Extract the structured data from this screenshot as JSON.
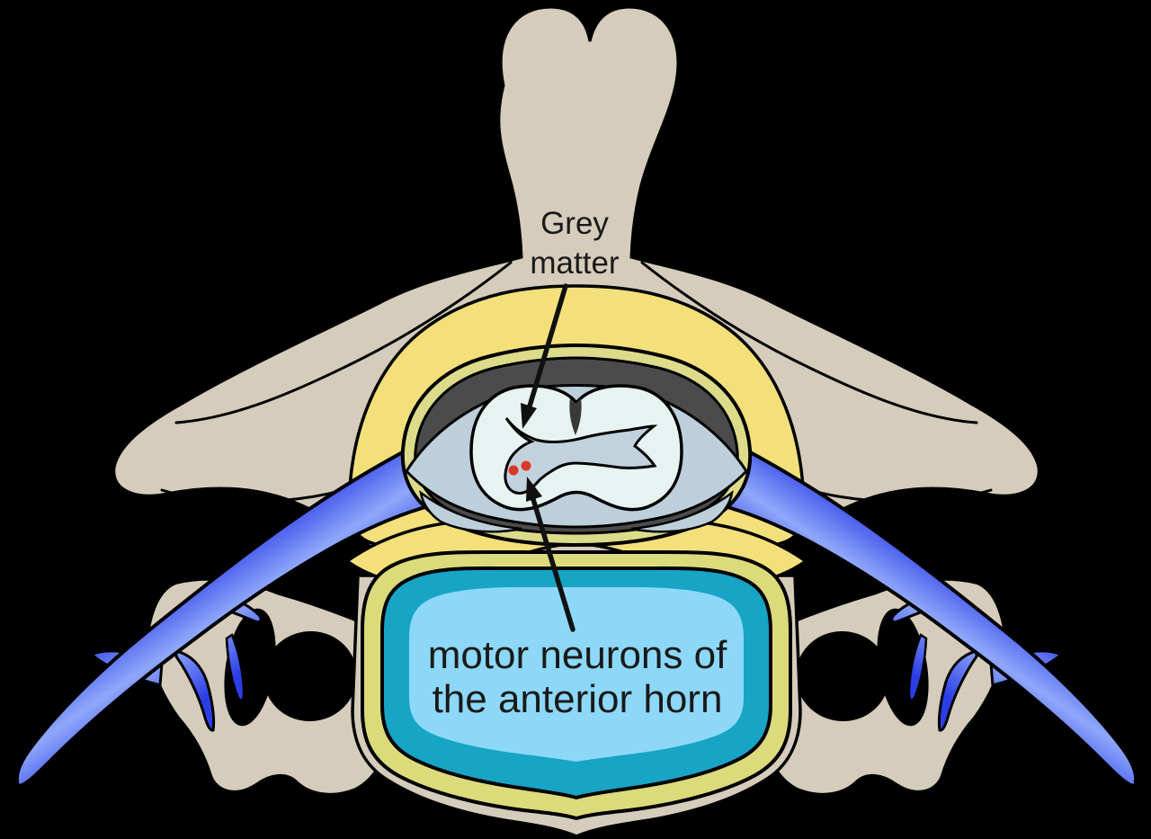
{
  "diagram": {
    "subject": "vertebra cross-section with spinal cord",
    "labels": {
      "grey_matter": {
        "line1": "Grey",
        "line2": "matter"
      },
      "motor_neurons": {
        "line1": "motor neurons of",
        "line2": "the anterior horn"
      }
    },
    "parts": {
      "bone": "vertebra",
      "cord": "spinal cord",
      "nerve_left": "spinal nerve left",
      "nerve_right": "spinal nerve right",
      "disc": "vertebral body disc",
      "neurons": "motor neurons (red dots)"
    }
  },
  "colors": {
    "background": "#000000",
    "bone": "#D6CCBC",
    "ligament": "#F3E07B",
    "rim": "#DCDB8A",
    "canal": "#4B4B4B",
    "csf": "#BDCFDB",
    "cord": "#E6F3F1",
    "grey_matter": "#C2D2DC",
    "sulcus": "#383838",
    "neuron": "#D93828",
    "nerve_edge": "#2B3EE6",
    "nerve_core": "#8FA7FA",
    "disc_ring": "#DCDB7C",
    "disc_annulus": "#17A4C5",
    "disc_nucleus": "#8DD8F8",
    "text": "#1A1A1A",
    "arrow": "#101010"
  }
}
